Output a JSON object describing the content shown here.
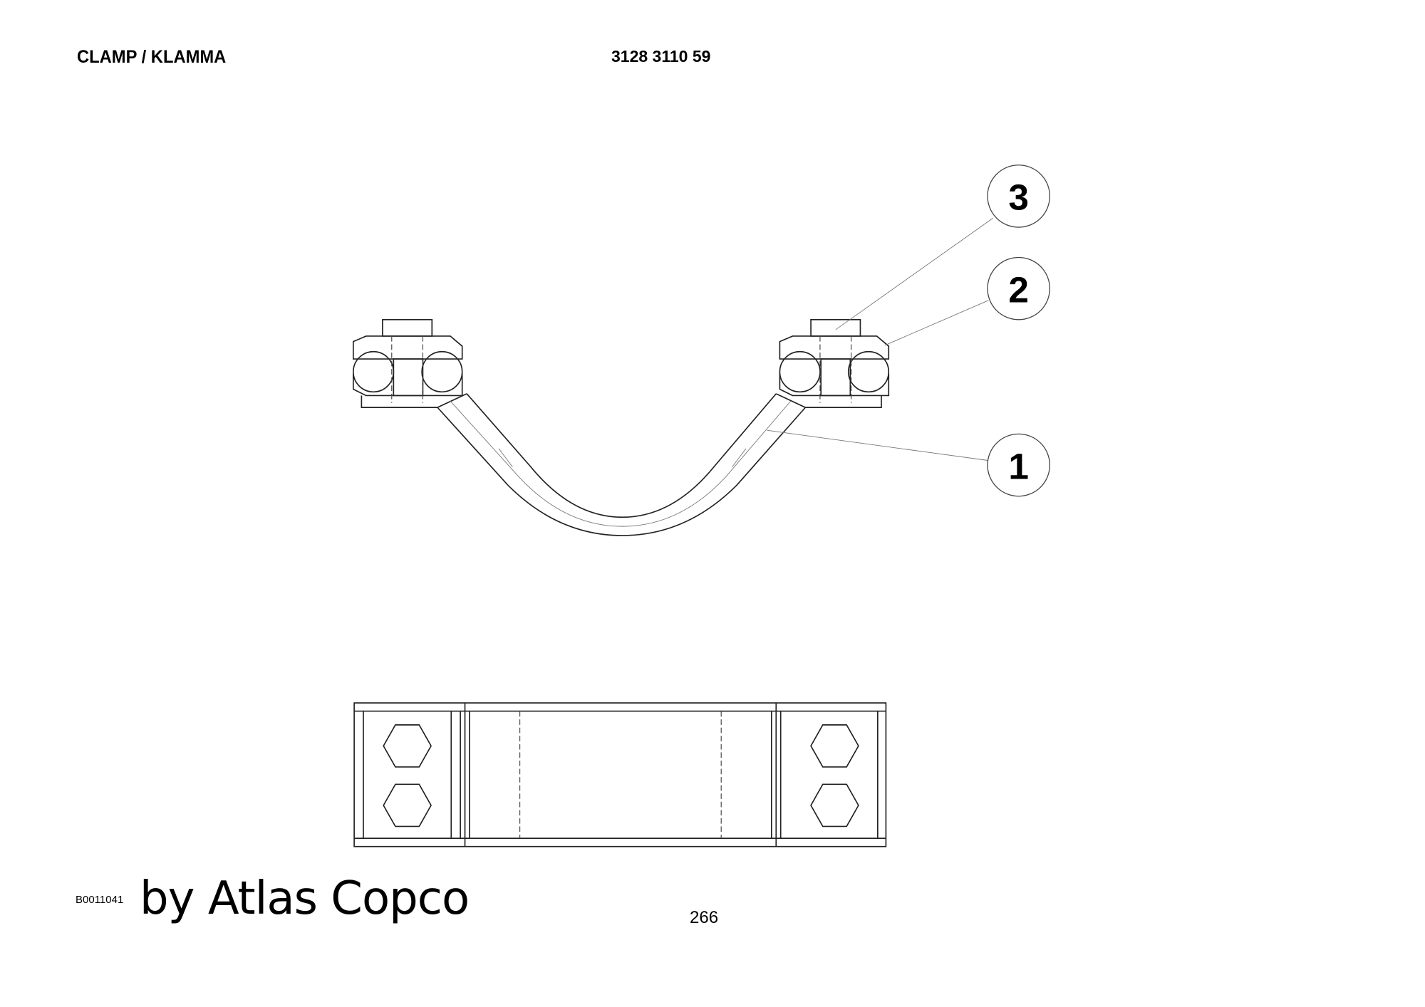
{
  "header": {
    "title": "CLAMP / KLAMMA",
    "part_number": "3128 3110 59"
  },
  "drawing": {
    "callouts": [
      "1",
      "2",
      "3"
    ]
  },
  "footer": {
    "figure_id": "B0011041",
    "watermark": "by Atlas Copco",
    "page_number": "266"
  }
}
